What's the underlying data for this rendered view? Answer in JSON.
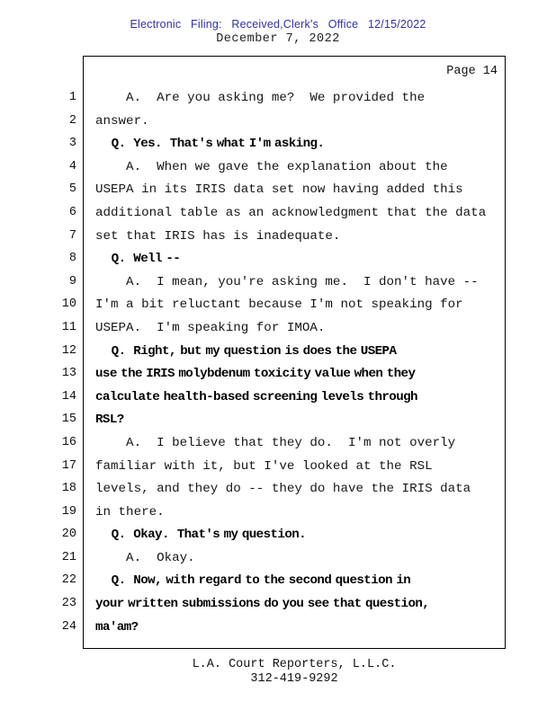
{
  "header": {
    "filing_stamp": "Electronic Filing: Received,Clerk's Office 12/15/2022",
    "date": "December 7, 2022"
  },
  "page": {
    "page_label": "Page 14",
    "lines": [
      {
        "num": "1",
        "bold": false,
        "text": "    A.  Are you asking me?  We provided the"
      },
      {
        "num": "2",
        "bold": false,
        "text": "answer."
      },
      {
        "num": "3",
        "bold": true,
        "text": "    Q.  Yes.  That's what I'm asking."
      },
      {
        "num": "4",
        "bold": false,
        "text": "    A.  When we gave the explanation about the"
      },
      {
        "num": "5",
        "bold": false,
        "text": "USEPA in its IRIS data set now having added this"
      },
      {
        "num": "6",
        "bold": false,
        "text": "additional table as an acknowledgment that the data"
      },
      {
        "num": "7",
        "bold": false,
        "text": "set that IRIS has is inadequate."
      },
      {
        "num": "8",
        "bold": true,
        "text": "    Q.  Well --"
      },
      {
        "num": "9",
        "bold": false,
        "text": "    A.  I mean, you're asking me.  I don't have --"
      },
      {
        "num": "10",
        "bold": false,
        "text": "I'm a bit reluctant because I'm not speaking for"
      },
      {
        "num": "11",
        "bold": false,
        "text": "USEPA.  I'm speaking for IMOA."
      },
      {
        "num": "12",
        "bold": true,
        "text": "    Q.  Right, but my question is does the USEPA"
      },
      {
        "num": "13",
        "bold": true,
        "text": "use the IRIS molybdenum toxicity value when they"
      },
      {
        "num": "14",
        "bold": true,
        "text": "calculate health-based screening levels through"
      },
      {
        "num": "15",
        "bold": true,
        "text": "RSL?"
      },
      {
        "num": "16",
        "bold": false,
        "text": "    A.  I believe that they do.  I'm not overly"
      },
      {
        "num": "17",
        "bold": false,
        "text": "familiar with it, but I've looked at the RSL"
      },
      {
        "num": "18",
        "bold": false,
        "text": "levels, and they do -- they do have the IRIS data"
      },
      {
        "num": "19",
        "bold": false,
        "text": "in there."
      },
      {
        "num": "20",
        "bold": true,
        "text": "    Q.  Okay.  That's my question."
      },
      {
        "num": "21",
        "bold": false,
        "text": "    A.  Okay."
      },
      {
        "num": "22",
        "bold": true,
        "text": "    Q.  Now, with regard to the second question in"
      },
      {
        "num": "23",
        "bold": true,
        "text": "your written submissions do you see that question,"
      },
      {
        "num": "24",
        "bold": true,
        "text": "ma'am?"
      }
    ]
  },
  "footer": {
    "company": "L.A. Court Reporters, L.L.C.",
    "phone": "312-419-9292"
  }
}
